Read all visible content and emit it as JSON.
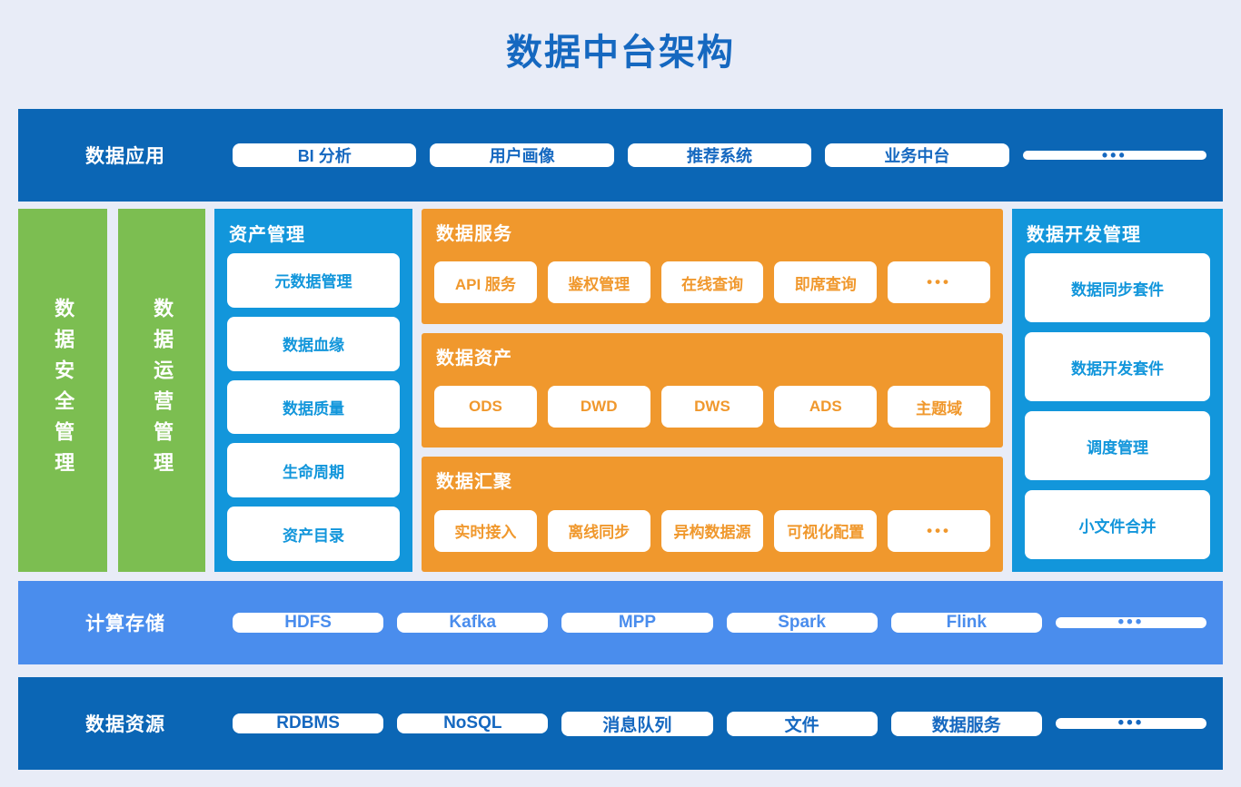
{
  "title": "数据中台架构",
  "colors": {
    "background": "#e8ecf7",
    "title": "#1568c0",
    "deep_blue": "#0b66b5",
    "cyan_blue": "#1296db",
    "orange": "#f0982d",
    "green": "#7cbe51",
    "light_blue": "#4a8ded",
    "card": "#ffffff"
  },
  "rows": {
    "application": {
      "label": "数据应用",
      "cards": [
        "BI 分析",
        "用户画像",
        "推荐系统",
        "业务中台",
        "•••"
      ]
    },
    "compute_storage": {
      "label": "计算存储",
      "cards": [
        "HDFS",
        "Kafka",
        "MPP",
        "Spark",
        "Flink",
        "•••"
      ]
    },
    "data_resource": {
      "label": "数据资源",
      "cards": [
        "RDBMS",
        "NoSQL",
        "消息队列",
        "文件",
        "数据服务",
        "•••"
      ]
    }
  },
  "side_columns": [
    {
      "label": "数据安全管理"
    },
    {
      "label": "数据运营管理"
    }
  ],
  "asset_management": {
    "title": "资产管理",
    "items": [
      "元数据管理",
      "数据血缘",
      "数据质量",
      "生命周期",
      "资产目录"
    ]
  },
  "orange_panels": [
    {
      "title": "数据服务",
      "items": [
        "API 服务",
        "鉴权管理",
        "在线查询",
        "即席查询",
        "•••"
      ]
    },
    {
      "title": "数据资产",
      "items": [
        "ODS",
        "DWD",
        "DWS",
        "ADS",
        "主题域"
      ]
    },
    {
      "title": "数据汇聚",
      "items": [
        "实时接入",
        "离线同步",
        "异构数据源",
        "可视化配置",
        "•••"
      ]
    }
  ],
  "dev_management": {
    "title": "数据开发管理",
    "items": [
      "数据同步套件",
      "数据开发套件",
      "调度管理",
      "小文件合并"
    ]
  }
}
